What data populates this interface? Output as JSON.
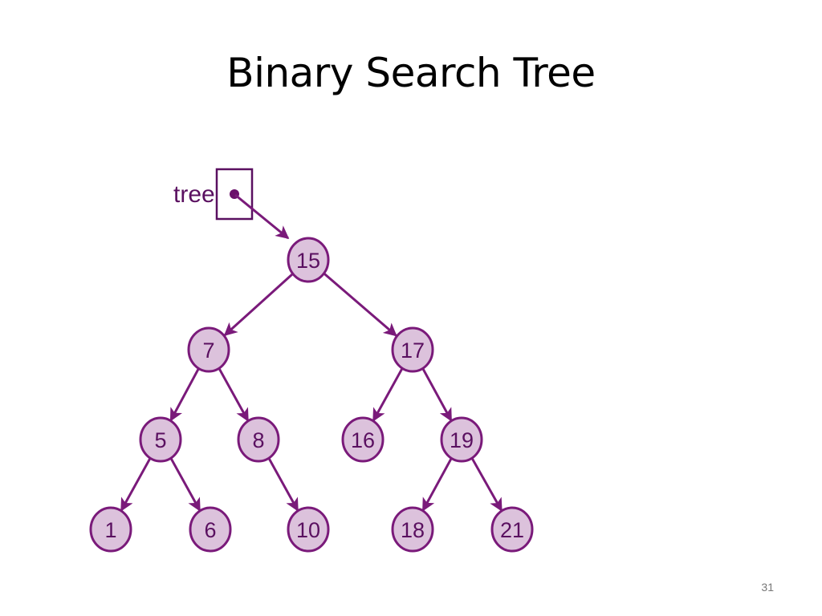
{
  "slide": {
    "title": "Binary Search Tree",
    "page_number": "31"
  },
  "colors": {
    "stroke": "#7a1a7a",
    "fill": "#dcc2dc",
    "text": "#5a1060"
  },
  "tree": {
    "pointer_label": "tree",
    "root": "15",
    "nodes": [
      {
        "id": "n15",
        "label": "15",
        "parent": null
      },
      {
        "id": "n7",
        "label": "7",
        "parent": "n15"
      },
      {
        "id": "n17",
        "label": "17",
        "parent": "n15"
      },
      {
        "id": "n5",
        "label": "5",
        "parent": "n7"
      },
      {
        "id": "n8",
        "label": "8",
        "parent": "n7"
      },
      {
        "id": "n16",
        "label": "16",
        "parent": "n17"
      },
      {
        "id": "n19",
        "label": "19",
        "parent": "n17"
      },
      {
        "id": "n1",
        "label": "1",
        "parent": "n5"
      },
      {
        "id": "n6",
        "label": "6",
        "parent": "n5"
      },
      {
        "id": "n10",
        "label": "10",
        "parent": "n8"
      },
      {
        "id": "n18",
        "label": "18",
        "parent": "n19"
      },
      {
        "id": "n21",
        "label": "21",
        "parent": "n19"
      }
    ]
  }
}
